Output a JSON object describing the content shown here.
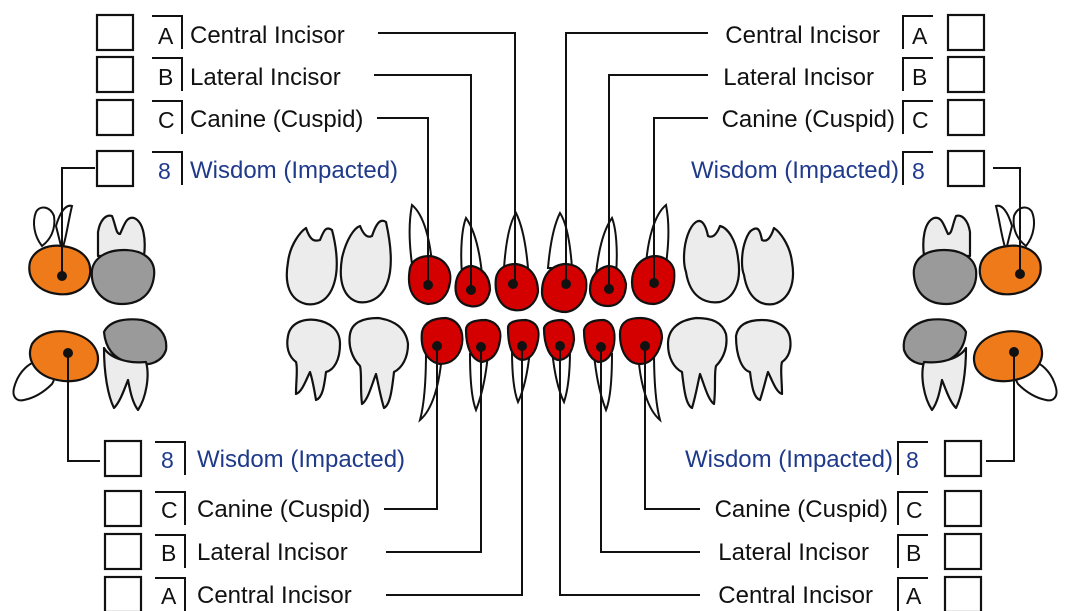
{
  "colors": {
    "target_tooth": "#d40000",
    "wisdom_tooth": "#ee7a1a",
    "molar_gray": "#9a9a9a",
    "plain_tooth": "#ececec",
    "wisdom_label": "#1f3a8a",
    "line": "#111111"
  },
  "upper_left": [
    {
      "code": "A",
      "label": "Central Incisor"
    },
    {
      "code": "B",
      "label": "Lateral Incisor"
    },
    {
      "code": "C",
      "label": "Canine (Cuspid)"
    },
    {
      "code": "8",
      "label": "Wisdom (Impacted)"
    }
  ],
  "upper_right": [
    {
      "code": "A",
      "label": "Central Incisor"
    },
    {
      "code": "B",
      "label": "Lateral Incisor"
    },
    {
      "code": "C",
      "label": "Canine (Cuspid)"
    },
    {
      "code": "8",
      "label": "Wisdom (Impacted)"
    }
  ],
  "lower_left": [
    {
      "code": "8",
      "label": "Wisdom (Impacted)"
    },
    {
      "code": "C",
      "label": "Canine (Cuspid)"
    },
    {
      "code": "B",
      "label": "Lateral Incisor"
    },
    {
      "code": "A",
      "label": "Central Incisor"
    }
  ],
  "lower_right": [
    {
      "code": "8",
      "label": "Wisdom (Impacted)"
    },
    {
      "code": "C",
      "label": "Canine (Cuspid)"
    },
    {
      "code": "B",
      "label": "Lateral Incisor"
    },
    {
      "code": "A",
      "label": "Central Incisor"
    }
  ]
}
